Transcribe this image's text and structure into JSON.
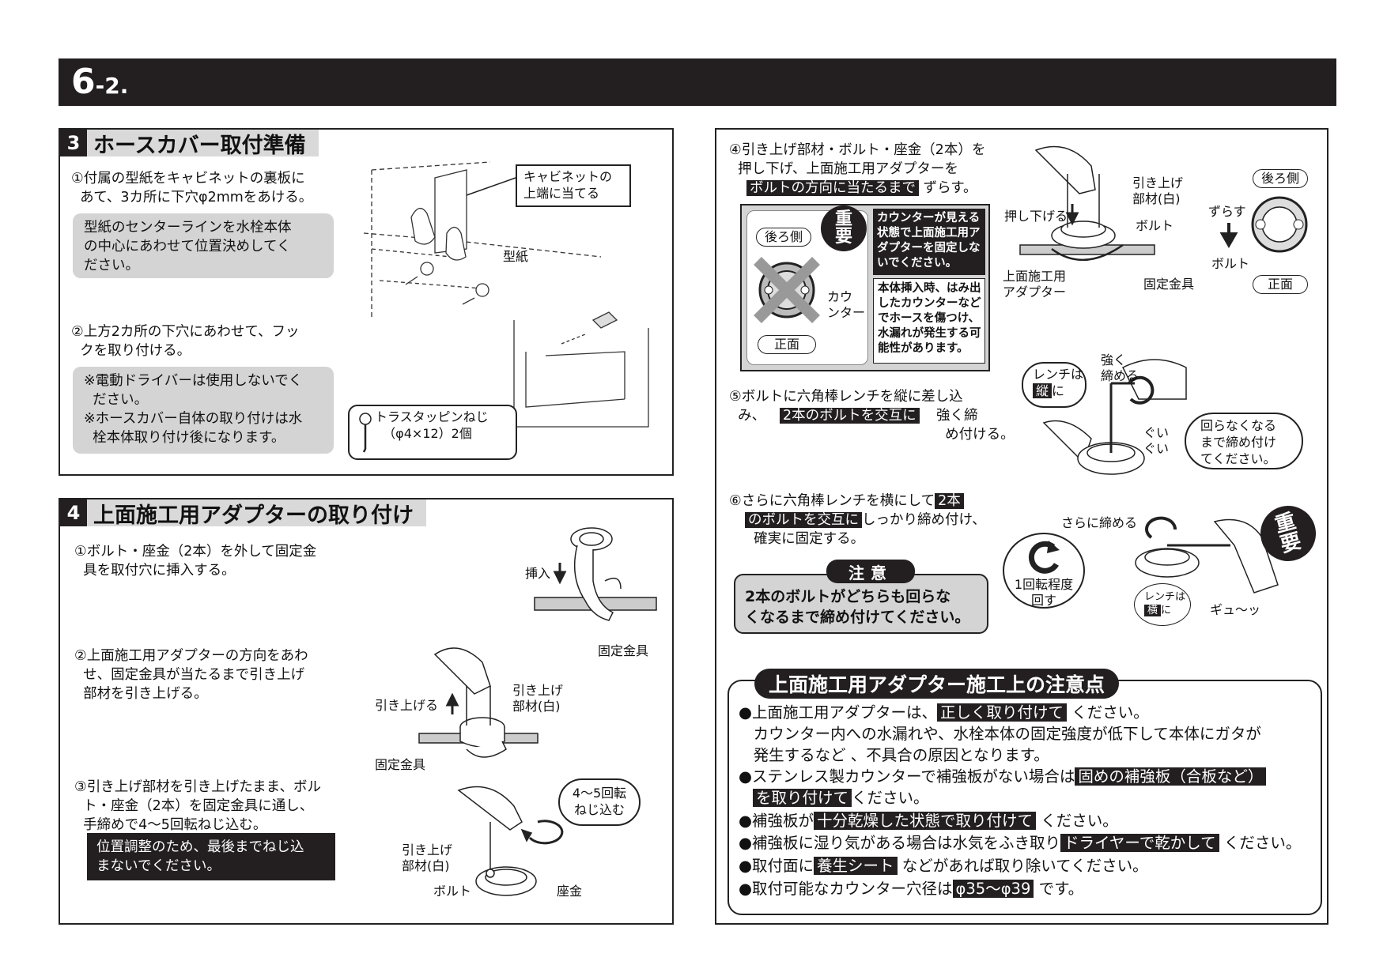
{
  "header": {
    "num_main": "6",
    "num_sub": "-2."
  },
  "sec3": {
    "badge": "3",
    "title": "ホースカバー取付準備",
    "step1": "①付属の型紙をキャビネットの裏板に\n  あて、3カ所に下穴φ2mmをあける。",
    "note1": "型紙のセンターラインを水栓本体\nの中心にあわせて位置決めしてく\nださい。",
    "step2": "②上方2カ所の下穴にあわせて、フッ\n  クを取り付ける。",
    "note2": "※電動ドライバーは使用しないでく\n  ださい。\n※ホースカバー自体の取り付けは水\n  栓本体取り付け後になります。",
    "callout_cabinet": "キャビネットの\n上端に当てる",
    "label_katagami": "型紙",
    "screw": "トラスタッピンねじ\n  （φ4×12）2個"
  },
  "sec4": {
    "badge": "4",
    "title": "上面施工用アダプターの取り付け",
    "step1": "①ボルト・座金（2本）を外して固定金\n  具を取付穴に挿入する。",
    "label_insert": "挿入",
    "label_kotei1": "固定金具",
    "step2": "②上面施工用アダプターの方向をあわ\n  せ、固定金具が当たるまで引き上げ\n  部材を引き上げる。",
    "label_hikiage": "引き上げる",
    "label_hikiage_buzai": "引き上げ\n部材(白)",
    "label_kotei2": "固定金具",
    "step3": "③引き上げ部材を引き上げたまま、ボル\n  ト・座金（2本）を固定金具に通し、\n  手締めで4～5回転ねじ込む。",
    "note3": "位置調整のため、最後までねじ込\nまないでください。",
    "callout_turn": "4～5回転\nねじ込む",
    "label_hikiage_buzai2": "引き上げ\n部材(白)",
    "label_bolt": "ボルト",
    "label_zagane": "座金"
  },
  "right": {
    "step4_a": "④引き上げ部材・ボルト・座金（2本）を\n  押し下げ、上面施工用アダプターを",
    "step4_hl": "ボルトの方向に当たるまで",
    "step4_b": "ずらす。",
    "box_back": "後ろ側",
    "box_front": "正面",
    "box_counter": "カウ\nンター",
    "juyo": [
      "重",
      "要"
    ],
    "warn1": "カウンターが見える\n状態で上面施工用ア\nダプターを固定しな\nいでください。",
    "warn2": "本体挿入時、はみ出\nしたカウンターなど\nでホースを傷つけ、\n水漏れが発生する可\n能性があります。",
    "label_oshisage": "押し下げる",
    "label_hikiage_buzai": "引き上げ\n部材(白)",
    "label_bolt": "ボルト",
    "label_adapter": "上面施工用\nアダプター",
    "label_kotei": "固定金具",
    "pill_back": "後ろ側",
    "label_zurasu": "ずらす",
    "label_bolt2": "ボルト",
    "pill_front": "正面",
    "step5_a": "⑤ボルトに六角棒レンチを縦に差し込\n  み、",
    "step5_hl": "2本のボルトを交互に",
    "step5_b": "強く締\n  め付ける。",
    "label_wrench_v_a": "レンチは",
    "label_wrench_v_b": "縦",
    "label_wrench_v_c": "に",
    "label_tsuyoku": "強く\n締める",
    "label_gui": "ぐい\nぐい",
    "callout_tighten": "回らなくなる\nまで締め付け\nてください。",
    "step6_a": "⑥さらに六角棒レンチを横にして",
    "step6_hl1": "2本",
    "step6_hl2": "のボルトを交互に",
    "step6_b": "しっかり締め付け、\n  確実に固定する。",
    "label_sarani": "さらに締める",
    "label_1kaiten": "1回転程度\n回す",
    "label_wrench_h_a": "レンチは",
    "label_wrench_h_b": "横",
    "label_wrench_h_c": "に",
    "label_gyu": "ギュ～ッ",
    "caution_tag": "注意",
    "caution_text": "2本のボルトがどちらも回らな\nくなるまで締め付けてください。"
  },
  "points": {
    "title": "上面施工用アダプター施工上の注意点",
    "p1_a": "●上面施工用アダプターは、",
    "p1_hl": "正しく取り付けて",
    "p1_b": "ください。",
    "p1_c": "   カウンター内への水漏れや、水栓本体の固定強度が低下して本体にガタが\n   発生するなど 、不具合の原因となります。",
    "p2_a": "●ステンレス製カウンターで補強板がない場合は",
    "p2_hl1": "固めの補強板（合板など）",
    "p2_hl2": "を取り付けて",
    "p2_b": "ください。",
    "p3_a": "●補強板が",
    "p3_hl": "十分乾燥した状態で取り付けて",
    "p3_b": "ください。",
    "p4_a": "●補強板に湿り気がある場合は水気をふき取り",
    "p4_hl": "ドライヤーで乾かして",
    "p4_b": "ください。",
    "p5_a": "●取付面に",
    "p5_hl": "養生シート",
    "p5_b": "などがあれば取り除いてください。",
    "p6_a": "●取付可能なカウンター穴径は",
    "p6_hl": "φ35～φ39",
    "p6_b": "です。"
  }
}
